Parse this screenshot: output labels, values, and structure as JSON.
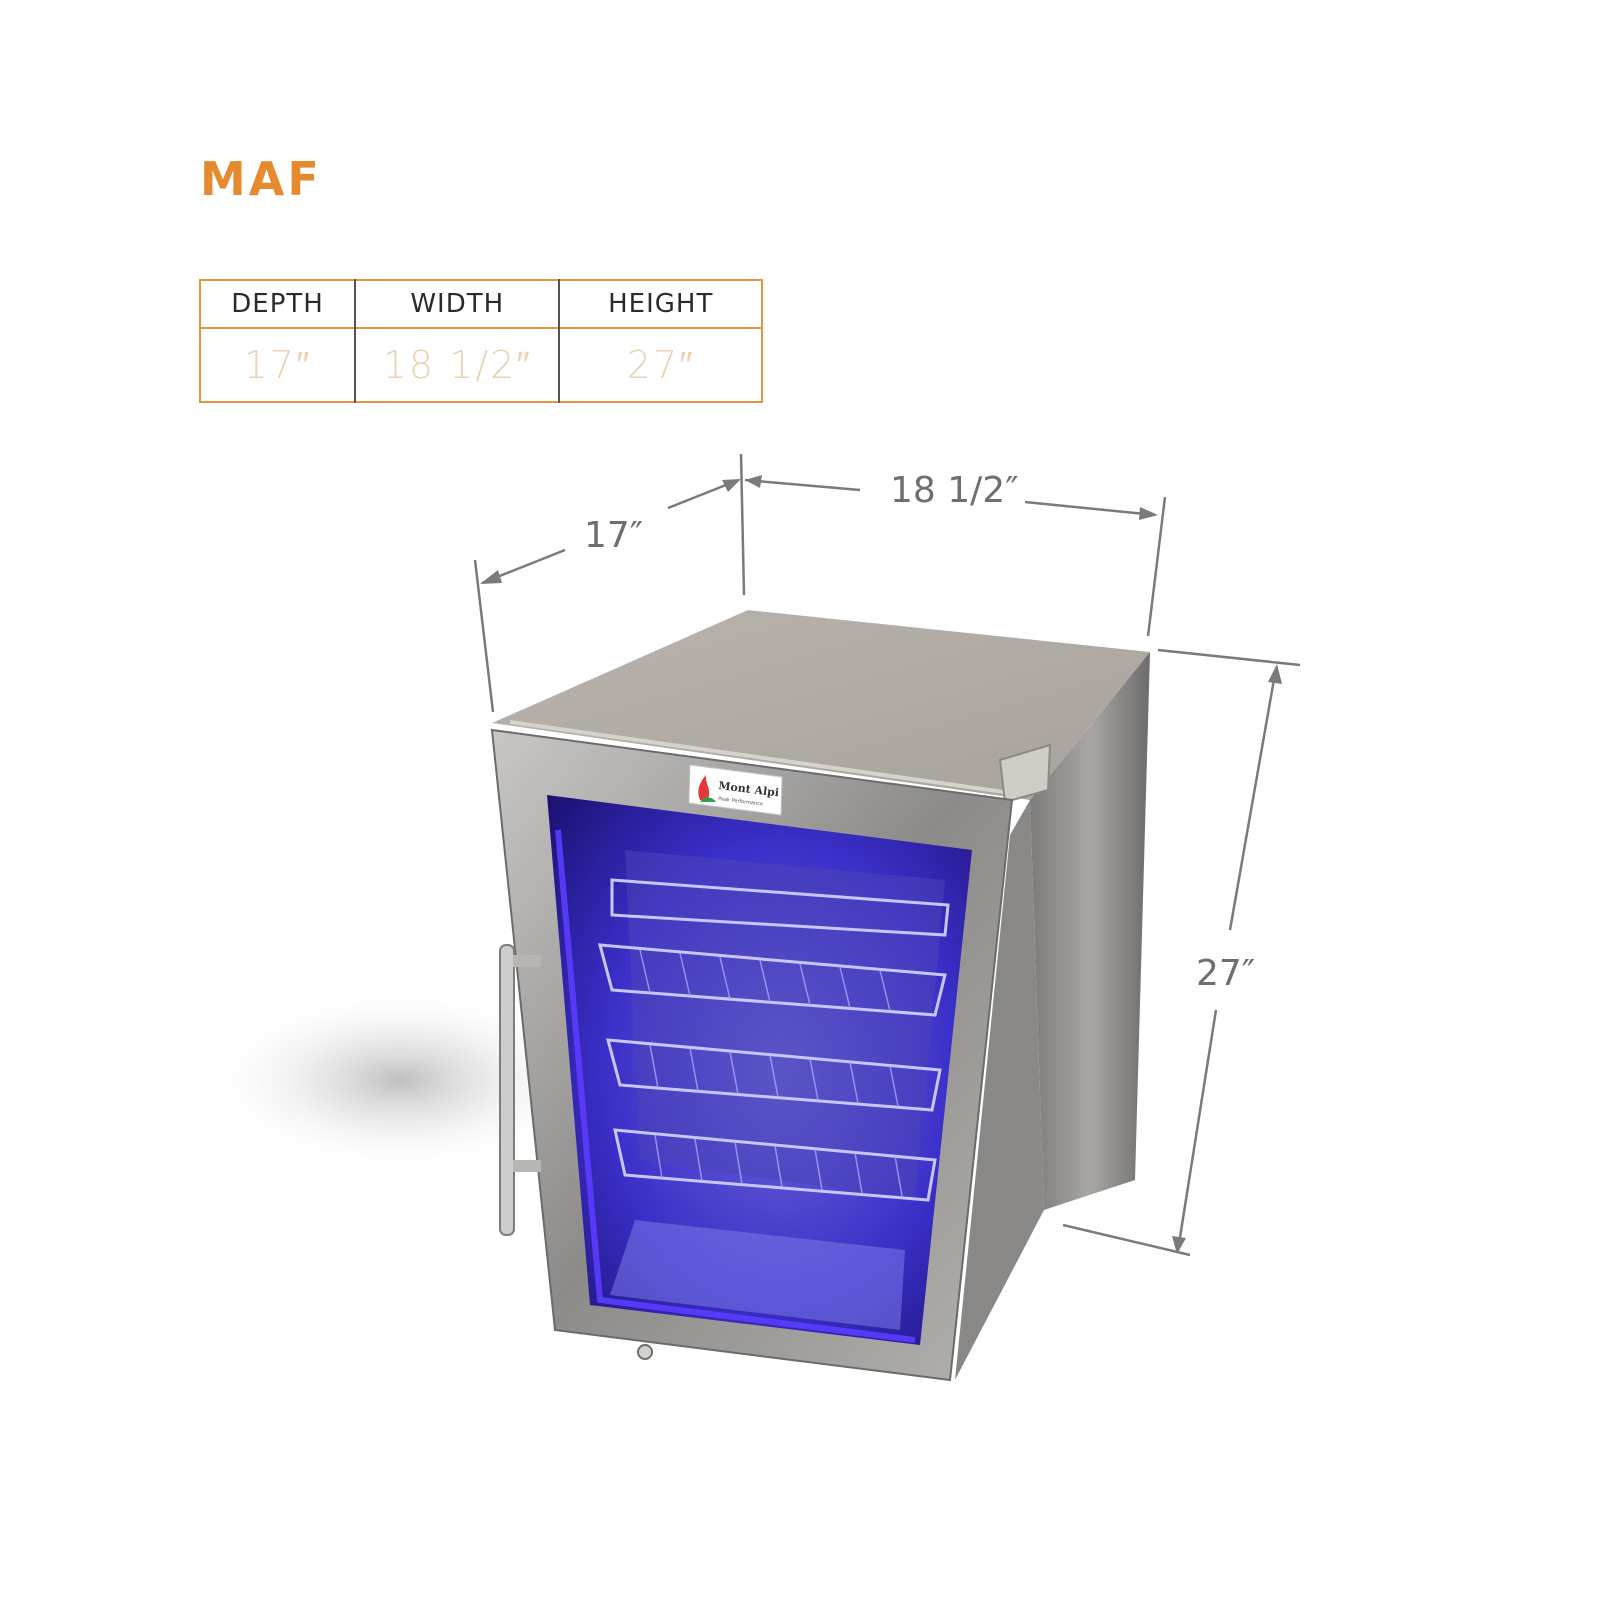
{
  "model": {
    "name": "MAF"
  },
  "specs": {
    "headers": [
      "DEPTH",
      "WIDTH",
      "HEIGHT"
    ],
    "values": [
      "17″",
      "18 1/2″",
      "27″"
    ]
  },
  "dimensions": {
    "depth_label": "17″",
    "width_label": "18 1/2″",
    "height_label": "27″"
  },
  "product": {
    "brand_text": "Mont Alpi",
    "brand_tagline": "Peak Performance",
    "light_color": "#3b2cff",
    "steel_color": "#9c9a98"
  },
  "colors": {
    "title": "#e58a2e",
    "table_border": "#e0973f",
    "table_value": "#ead2b4",
    "dimension_line": "#7a7a7a"
  }
}
